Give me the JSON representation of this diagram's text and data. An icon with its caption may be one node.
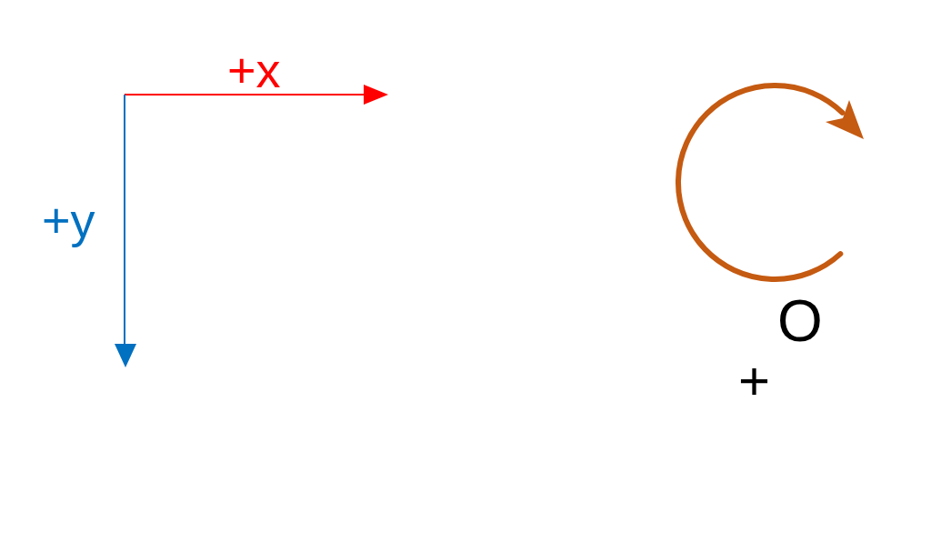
{
  "diagram": {
    "labels": [
      "+x",
      "+y",
      "O",
      "+"
    ]
  }
}
